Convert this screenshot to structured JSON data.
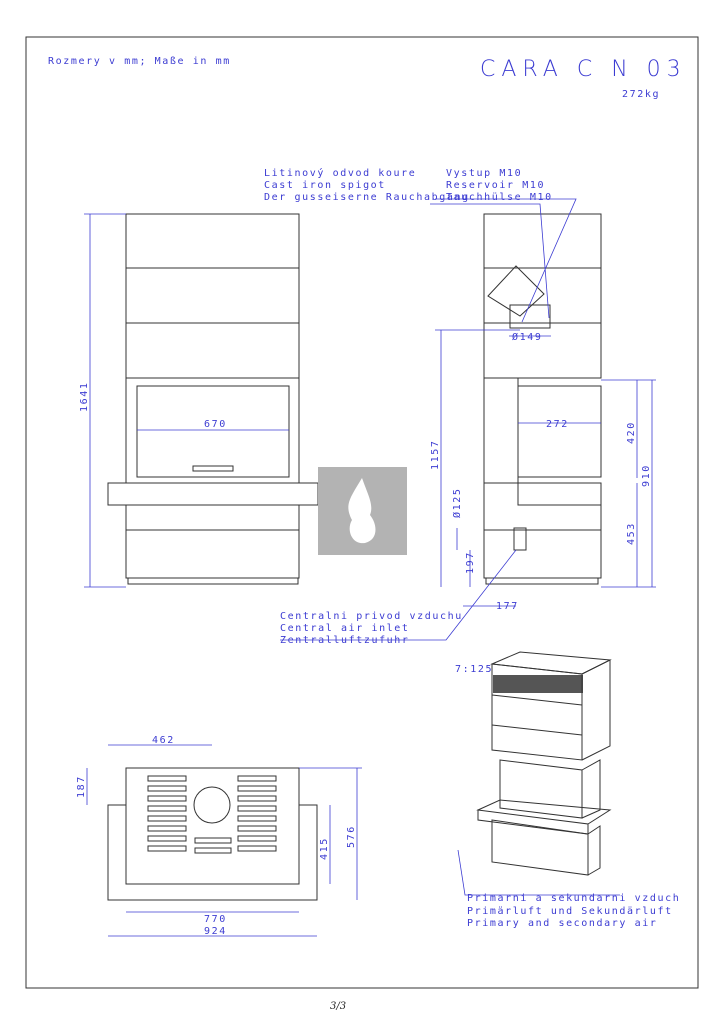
{
  "header": {
    "units_note": "Rozmery v mm; Maße in mm",
    "model": "CARA C N 03",
    "weight": "272kg"
  },
  "labels": {
    "spigot": [
      "Litinový odvod koure",
      "Cast iron spigot",
      "Der gusseiserne Rauchabgang"
    ],
    "sensor": [
      "Vystup M10",
      "Reservoir M10",
      "Tauchhülse M10"
    ],
    "air_inlet": [
      "Centralni privod vzduchu",
      "Central air inlet",
      "Zentralluftzufuhr"
    ],
    "primary_air": [
      "Primarni a sekundarni vzduch",
      "Primärluft und Sekundärluft",
      "Primary and secondary air"
    ],
    "scale": "7:125"
  },
  "dimensions": {
    "height": "1641",
    "glass_width": "670",
    "flue_dia": "Ø149",
    "flue_height": "1157",
    "side_glass": "272",
    "d420": "420",
    "d910": "910",
    "d453": "453",
    "air_dia": "Ø125",
    "d197": "197",
    "d177": "177",
    "d462": "462",
    "d187": "187",
    "d415": "415",
    "d576": "576",
    "d770": "770",
    "d924": "924"
  },
  "footer": {
    "page": "3/3"
  }
}
